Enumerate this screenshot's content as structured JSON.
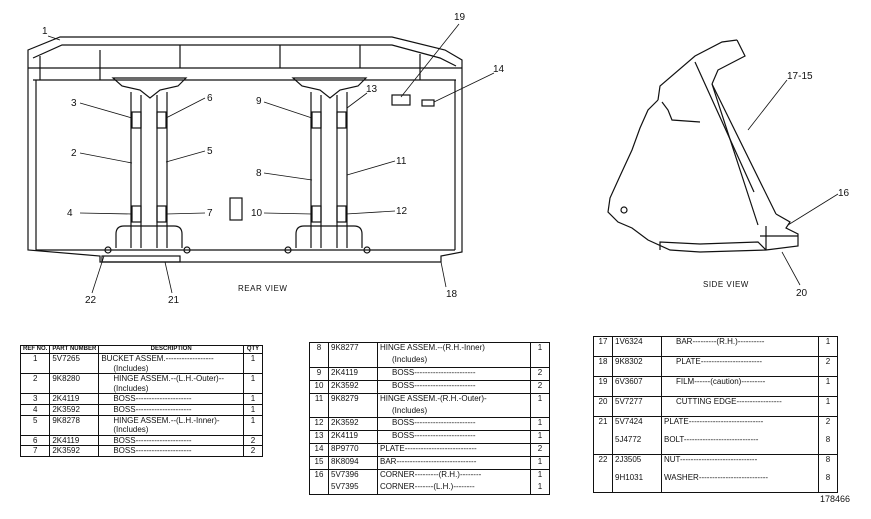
{
  "views": {
    "rear_label": "REAR VIEW",
    "side_label": "SIDE VIEW"
  },
  "callouts": [
    "1",
    "2",
    "3",
    "4",
    "5",
    "6",
    "7",
    "8",
    "9",
    "10",
    "11",
    "12",
    "13",
    "14",
    "19",
    "21",
    "22",
    "18",
    "17-15",
    "16",
    "20"
  ],
  "document_id": "178466",
  "table1": {
    "headers": {
      "ref": "REF NO.",
      "part": "PART NUMBER",
      "desc": "DESCRIPTION",
      "qty": "QTY"
    },
    "rows": [
      {
        "ref": "1",
        "part": "5V7265",
        "desc": "BUCKET ASSEM.------------------",
        "qty": "1",
        "indent": 0
      },
      {
        "ref": "",
        "part": "",
        "desc": "(Includes)",
        "qty": "",
        "indent": 1
      },
      {
        "ref": "2",
        "part": "9K8280",
        "desc": "HINGE ASSEM.--(L.H.-Outer)--",
        "qty": "1",
        "indent": 1
      },
      {
        "ref": "",
        "part": "",
        "desc": "(Includes)",
        "qty": "",
        "indent": 1
      },
      {
        "ref": "3",
        "part": "2K4119",
        "desc": "BOSS---------------------",
        "qty": "1",
        "indent": 1
      },
      {
        "ref": "4",
        "part": "2K3592",
        "desc": "BOSS---------------------",
        "qty": "1",
        "indent": 1
      },
      {
        "ref": "5",
        "part": "9K8278",
        "desc": "HINGE ASSEM.--(L.H.-Inner)-",
        "qty": "1",
        "indent": 1
      },
      {
        "ref": "",
        "part": "",
        "desc": "(Includes)",
        "qty": "",
        "indent": 1
      },
      {
        "ref": "6",
        "part": "2K4119",
        "desc": "BOSS---------------------",
        "qty": "2",
        "indent": 1
      },
      {
        "ref": "7",
        "part": "2K3592",
        "desc": "BOSS---------------------",
        "qty": "2",
        "indent": 1
      }
    ]
  },
  "table2": {
    "rows": [
      {
        "ref": "8",
        "part": "9K8277",
        "desc": "HINGE ASSEM.--(R.H.-Inner)",
        "qty": "1",
        "indent": 0
      },
      {
        "ref": "",
        "part": "",
        "desc": "(Includes)",
        "qty": "",
        "indent": 1
      },
      {
        "ref": "9",
        "part": "2K4119",
        "desc": "BOSS-----------------------",
        "qty": "2",
        "indent": 1
      },
      {
        "ref": "10",
        "part": "2K3592",
        "desc": "BOSS-----------------------",
        "qty": "2",
        "indent": 1
      },
      {
        "ref": "11",
        "part": "9K8279",
        "desc": "HINGE ASSEM.-(R.H.-Outer)-",
        "qty": "1",
        "indent": 0
      },
      {
        "ref": "",
        "part": "",
        "desc": "(Includes)",
        "qty": "",
        "indent": 1
      },
      {
        "ref": "12",
        "part": "2K3592",
        "desc": "BOSS-----------------------",
        "qty": "1",
        "indent": 1
      },
      {
        "ref": "13",
        "part": "2K4119",
        "desc": "BOSS-----------------------",
        "qty": "1",
        "indent": 1
      },
      {
        "ref": "14",
        "part": "8P9770",
        "desc": "PLATE---------------------------",
        "qty": "2",
        "indent": 0
      },
      {
        "ref": "15",
        "part": "8K8094",
        "desc": "BAR------------------------------",
        "qty": "1",
        "indent": 0
      },
      {
        "ref": "16",
        "part": "5V7396",
        "desc": "CORNER---------(R.H.)--------",
        "qty": "1",
        "indent": 0
      },
      {
        "ref": "",
        "part": "5V7395",
        "desc": "CORNER-------(L.H.)--------",
        "qty": "1",
        "indent": 0
      }
    ]
  },
  "table3": {
    "rows": [
      {
        "ref": "17",
        "part": "1V6324",
        "desc": "BAR---------(R.H.)----------",
        "qty": "1",
        "indent": 1
      },
      {
        "ref": "18",
        "part": "9K8302",
        "desc": "PLATE-----------------------",
        "qty": "2",
        "indent": 1
      },
      {
        "ref": "19",
        "part": "6V3607",
        "desc": "FILM------(caution)---------",
        "qty": "1",
        "indent": 1
      },
      {
        "ref": "20",
        "part": "5V7277",
        "desc": "CUTTING EDGE-----------------",
        "qty": "1",
        "indent": 1
      },
      {
        "ref": "21",
        "part": "5V7424",
        "desc": "PLATE----------------------------",
        "qty": "2",
        "indent": 0
      },
      {
        "ref": "",
        "part": "5J4772",
        "desc": "BOLT----------------------------",
        "qty": "8",
        "indent": 0
      },
      {
        "ref": "22",
        "part": "2J3505",
        "desc": "NUT-----------------------------",
        "qty": "8",
        "indent": 0
      },
      {
        "ref": "",
        "part": "9H1031",
        "desc": "WASHER--------------------------",
        "qty": "8",
        "indent": 0
      }
    ]
  }
}
